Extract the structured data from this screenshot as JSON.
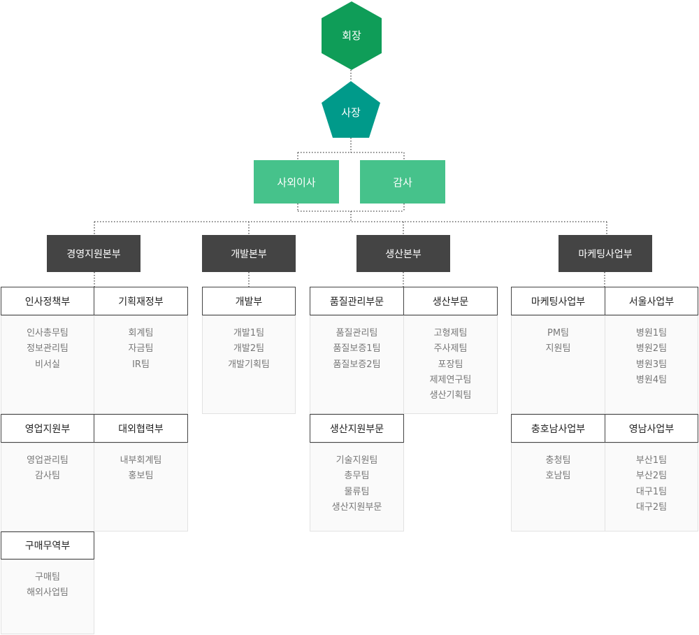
{
  "chairman": "회장",
  "president": "사장",
  "advisors": [
    "사외이사",
    "감사"
  ],
  "divisions": [
    {
      "name": "경영지원본부",
      "departments": [
        {
          "name": "인사정책부",
          "teams": [
            "인사총무팀",
            "정보관리팀",
            "비서실"
          ]
        },
        {
          "name": "기획재정부",
          "teams": [
            "회계팀",
            "자금팀",
            "IR팀"
          ]
        },
        {
          "name": "영업지원부",
          "teams": [
            "영업관리팀",
            "감사팀"
          ]
        },
        {
          "name": "대외협력부",
          "teams": [
            "내부회계팀",
            "홍보팀"
          ]
        },
        {
          "name": "구매무역부",
          "teams": [
            "구매팀",
            "해외사업팀"
          ]
        }
      ]
    },
    {
      "name": "개발본부",
      "departments": [
        {
          "name": "개발부",
          "teams": [
            "개발1팀",
            "개발2팀",
            "개발기획팀"
          ]
        }
      ]
    },
    {
      "name": "생산본부",
      "departments": [
        {
          "name": "품질관리부문",
          "teams": [
            "품질관리팀",
            "품질보증1팀",
            "품질보증2팀"
          ]
        },
        {
          "name": "생산부문",
          "teams": [
            "고형제팀",
            "주사제팀",
            "포장팀",
            "제제연구팀",
            "생산기획팀"
          ]
        },
        {
          "name": "생산지원부문",
          "teams": [
            "기술지원팀",
            "총무팀",
            "물류팀",
            "생산지원부문"
          ]
        }
      ]
    },
    {
      "name": "마케팅사업부",
      "departments": [
        {
          "name": "마케팅사업부",
          "teams": [
            "PM팀",
            "지원팀"
          ]
        },
        {
          "name": "서울사업부",
          "teams": [
            "병원1팀",
            "병원2팀",
            "병원3팀",
            "병원4팀"
          ]
        },
        {
          "name": "충호남사업부",
          "teams": [
            "충청팀",
            "호남팀"
          ]
        },
        {
          "name": "영남사업부",
          "teams": [
            "부산1팀",
            "부산2팀",
            "대구1팀",
            "대구2팀"
          ]
        }
      ]
    }
  ],
  "colors": {
    "chairman": "#0f9d58",
    "president": "#009a8a",
    "advisor": "#46c28b",
    "division": "#444444"
  }
}
